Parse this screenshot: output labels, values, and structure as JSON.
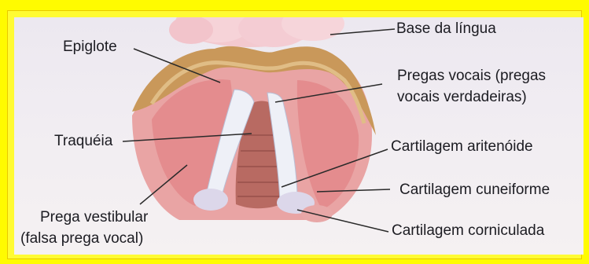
{
  "colors": {
    "frame": "#fffb00",
    "background": "#f0ecf1",
    "tissue_pink": "#e79a9a",
    "cartilage_white": "#eef0f7",
    "trachea": "#b86a62",
    "epiglottis_tan": "#c9985a",
    "leader_line": "#2a2a2a"
  },
  "labels": {
    "base_lingua": "Base da língua",
    "epiglote": "Epiglote",
    "pregas_vocais_1": "Pregas vocais (pregas",
    "pregas_vocais_2": "vocais verdadeiras)",
    "traqueia": "Traquéia",
    "cartilagem_aritenoide": "Cartilagem aritenóide",
    "prega_vestibular_1": "Prega vestibular",
    "prega_vestibular_2": "(falsa prega vocal)",
    "cartilagem_cuneiforme": "Cartilagem cuneiforme",
    "cartilagem_corniculada": "Cartilagem corniculada"
  }
}
